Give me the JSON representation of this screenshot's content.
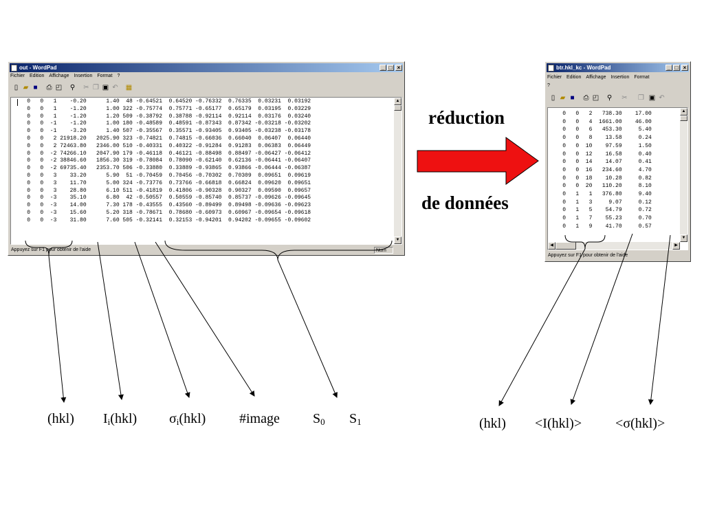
{
  "left_window": {
    "title": "out - WordPad",
    "menu": [
      "Fichier",
      "Edition",
      "Affichage",
      "Insertion",
      "Format",
      "?"
    ],
    "rows": [
      [
        "0",
        "0",
        "1",
        "-0.20",
        "1.40",
        "48",
        "-0.64521",
        "0.64520",
        "-0.76332",
        "0.76335",
        "0.03231",
        "0.03192"
      ],
      [
        "0",
        "0",
        "1",
        "-1.20",
        "1.00",
        "322",
        "-0.75774",
        "0.75771",
        "-0.65177",
        "0.65179",
        "0.03195",
        "0.03229"
      ],
      [
        "0",
        "0",
        "1",
        "-1.20",
        "1.20",
        "509",
        "-0.38792",
        "0.38788",
        "-0.92114",
        "0.92114",
        "0.03176",
        "0.03240"
      ],
      [
        "0",
        "0",
        "-1",
        "-1.20",
        "1.00",
        "180",
        "-0.48589",
        "0.48591",
        "-0.87343",
        "0.87342",
        "-0.03218",
        "-0.03202"
      ],
      [
        "0",
        "0",
        "-1",
        "-3.20",
        "1.40",
        "507",
        "-0.35567",
        "0.35571",
        "-0.93405",
        "0.93405",
        "-0.03238",
        "-0.03178"
      ],
      [
        "0",
        "0",
        "2",
        "21918.20",
        "2025.90",
        "323",
        "-0.74821",
        "0.74815",
        "-0.66036",
        "0.66040",
        "0.06407",
        "0.06440"
      ],
      [
        "0",
        "0",
        "2",
        "72463.80",
        "2346.00",
        "510",
        "-0.40331",
        "0.40322",
        "-0.91284",
        "0.91283",
        "0.06383",
        "0.06449"
      ],
      [
        "0",
        "0",
        "-2",
        "74266.10",
        "2047.90",
        "179",
        "-0.46118",
        "0.46121",
        "-0.88498",
        "0.88497",
        "-0.06427",
        "-0.06412"
      ],
      [
        "0",
        "0",
        "-2",
        "38846.60",
        "1856.30",
        "319",
        "-0.78084",
        "0.78090",
        "-0.62140",
        "0.62136",
        "-0.06441",
        "-0.06407"
      ],
      [
        "0",
        "0",
        "-2",
        "69735.40",
        "2353.70",
        "506",
        "-0.33880",
        "0.33889",
        "-0.93865",
        "0.93866",
        "-0.06444",
        "-0.06387"
      ],
      [
        "0",
        "0",
        "3",
        "33.20",
        "5.90",
        "51",
        "-0.70459",
        "0.70456",
        "-0.70302",
        "0.70309",
        "0.09651",
        "0.09619"
      ],
      [
        "0",
        "0",
        "3",
        "11.70",
        "5.00",
        "324",
        "-0.73776",
        "0.73766",
        "-0.66818",
        "0.66824",
        "0.09620",
        "0.09651"
      ],
      [
        "0",
        "0",
        "3",
        "28.80",
        "6.10",
        "511",
        "-0.41819",
        "0.41806",
        "-0.90328",
        "0.90327",
        "0.09590",
        "0.09657"
      ],
      [
        "0",
        "0",
        "-3",
        "35.10",
        "6.80",
        "42",
        "-0.50557",
        "0.50559",
        "-0.85740",
        "0.85737",
        "-0.09626",
        "-0.09645"
      ],
      [
        "0",
        "0",
        "-3",
        "14.00",
        "7.30",
        "178",
        "-0.43555",
        "0.43560",
        "-0.89499",
        "0.89498",
        "-0.09636",
        "-0.09623"
      ],
      [
        "0",
        "0",
        "-3",
        "15.60",
        "5.20",
        "318",
        "-0.78671",
        "0.78680",
        "-0.60973",
        "0.60967",
        "-0.09654",
        "-0.09618"
      ],
      [
        "0",
        "0",
        "-3",
        "31.80",
        "7.60",
        "505",
        "-0.32141",
        "0.32153",
        "-0.94201",
        "0.94202",
        "-0.09655",
        "-0.09602"
      ]
    ],
    "status": "Appuyez sur F1 pour obtenir de l'aide",
    "status_num": "Num"
  },
  "right_window": {
    "title": "btr.hkl_kc - WordPad",
    "menu_line1": [
      "Fichier",
      "Edition",
      "Affichage",
      "Insertion",
      "Format"
    ],
    "menu_line2": "?",
    "rows": [
      [
        "0",
        "0",
        "2",
        "738.30",
        "17.00"
      ],
      [
        "0",
        "0",
        "4",
        "1661.00",
        "46.00"
      ],
      [
        "0",
        "0",
        "6",
        "453.30",
        "5.40"
      ],
      [
        "0",
        "0",
        "8",
        "13.58",
        "0.24"
      ],
      [
        "0",
        "0",
        "10",
        "97.59",
        "1.50"
      ],
      [
        "0",
        "0",
        "12",
        "16.58",
        "0.40"
      ],
      [
        "0",
        "0",
        "14",
        "14.07",
        "0.41"
      ],
      [
        "0",
        "0",
        "16",
        "234.60",
        "4.70"
      ],
      [
        "0",
        "0",
        "18",
        "10.28",
        "0.82"
      ],
      [
        "0",
        "0",
        "20",
        "110.20",
        "8.10"
      ],
      [
        "0",
        "1",
        "1",
        "376.80",
        "9.40"
      ],
      [
        "0",
        "1",
        "3",
        "9.07",
        "0.12"
      ],
      [
        "0",
        "1",
        "5",
        "54.79",
        "0.72"
      ],
      [
        "0",
        "1",
        "7",
        "55.23",
        "0.70"
      ],
      [
        "0",
        "1",
        "9",
        "41.70",
        "0.57"
      ]
    ],
    "status": "Appuyez sur F1 pour obtenir de l'aide"
  },
  "arrow_text": {
    "line1": "réduction",
    "line2": "de données",
    "arrow_color": "#ee1111"
  },
  "labels_left": {
    "hkl": "(hkl)",
    "intensity_main": "I",
    "intensity_sub": "i",
    "intensity_rest": "(hkl)",
    "sigma_main": "σ",
    "sigma_sub": "i",
    "sigma_rest": "(hkl)",
    "image": "#image",
    "s0_main": "S",
    "s0_sub": "0",
    "s1_main": "S",
    "s1_sub": "1"
  },
  "labels_right": {
    "hkl": "(hkl)",
    "mean_intensity": "<I(hkl)>",
    "mean_sigma": "<σ(hkl)>"
  }
}
